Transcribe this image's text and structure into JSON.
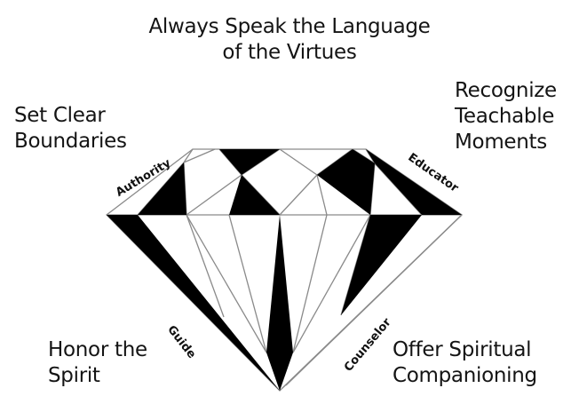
{
  "diagram": {
    "title": {
      "line1": "Always Speak the Language",
      "line2": "of the Virtues"
    },
    "corners": {
      "top_left": {
        "line1": "Set Clear",
        "line2": "Boundaries"
      },
      "top_right": {
        "line1": "Recognize",
        "line2": "Teachable",
        "line3": "Moments"
      },
      "bottom_left": {
        "line1": "Honor the",
        "line2": "Spirit"
      },
      "bottom_right": {
        "line1": "Offer Spiritual",
        "line2": "Companioning"
      }
    },
    "roles": {
      "upper_left": "Authority",
      "upper_right": "Educator",
      "lower_left": "Guide",
      "lower_right": "Counselor"
    },
    "colors": {
      "facet_fill": "#000000",
      "facet_line": "#8a8a8a",
      "background": "#ffffff"
    },
    "shape": "diamond"
  }
}
